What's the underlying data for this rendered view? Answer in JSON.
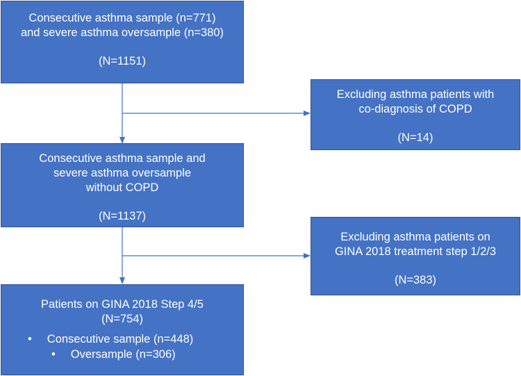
{
  "box1": {
    "line1": "Consecutive asthma sample (n=771)",
    "line2": "and severe asthma oversample (n=380)",
    "count": "(N=1151)"
  },
  "exclude1": {
    "line1": "Excluding asthma patients with",
    "line2": "co-diagnosis of COPD",
    "count": "(N=14)"
  },
  "box2": {
    "line1": "Consecutive asthma sample and",
    "line2": "severe asthma oversample",
    "line3": "without COPD",
    "count": "(N=1137)"
  },
  "exclude2": {
    "line1": "Excluding asthma patients on",
    "line2": "GINA 2018 treatment step 1/2/3",
    "count": "(N=383)"
  },
  "box3": {
    "line1": "Patients on GINA 2018 Step 4/5",
    "count": "(N=754)",
    "bullets": [
      {
        "marker": "•",
        "text": "Consecutive sample (n=448)"
      },
      {
        "marker": "•",
        "text": "Oversample (n=306)"
      }
    ]
  },
  "colors": {
    "box_fill": "#4472c4",
    "box_border": "#2f528f",
    "connector": "#4472c4",
    "text": "#ffffff"
  }
}
